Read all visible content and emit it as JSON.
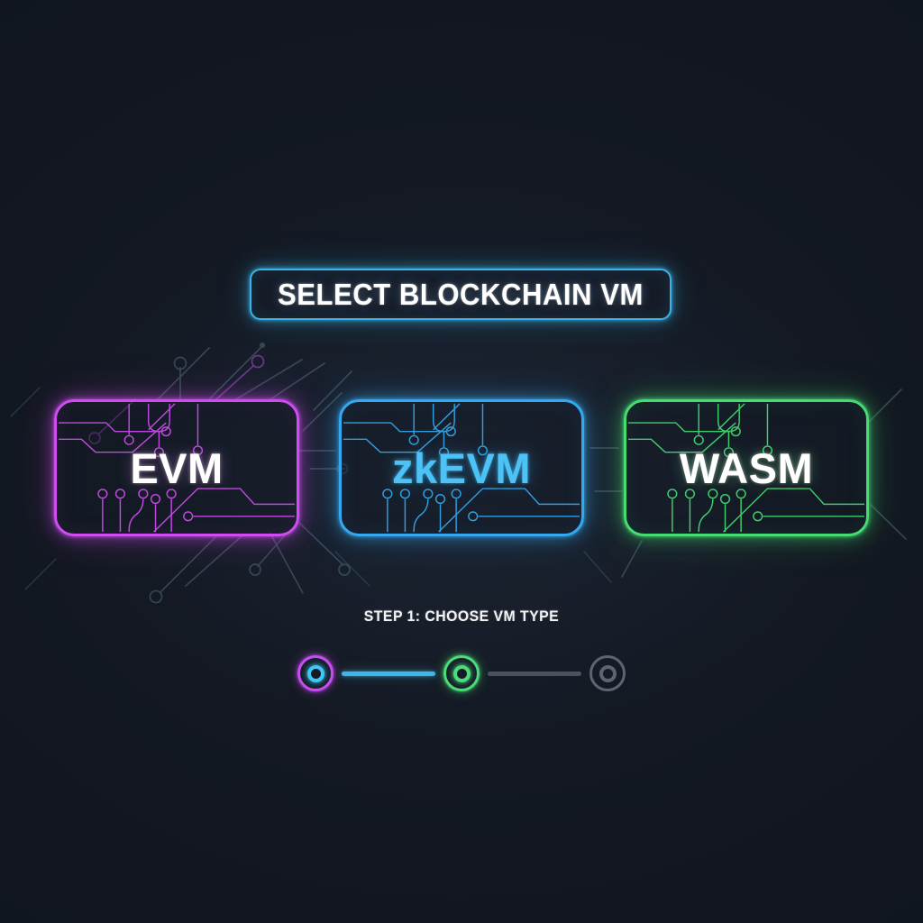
{
  "background": {
    "color": "#131822",
    "accent_cyan": "#3bb3e8"
  },
  "header": {
    "title": "SELECT BLOCKCHAIN VM",
    "border_color": "#3bb3e8"
  },
  "cards": [
    {
      "id": "evm",
      "label": "EVM",
      "border_color": "#cf4df0",
      "label_color": "#ffffff",
      "circuit_color": "#cf4df0"
    },
    {
      "id": "zkevm",
      "label": "zkEVM",
      "border_color": "#35a9ef",
      "label_color": "#4cc2f7",
      "circuit_color": "#35a9ef"
    },
    {
      "id": "wasm",
      "label": "WASM",
      "border_color": "#45dd72",
      "label_color": "#ffffff",
      "circuit_color": "#45dd72"
    }
  ],
  "footer": {
    "step_caption": "STEP 1: CHOOSE VM TYPE"
  },
  "progress": {
    "steps": [
      {
        "index": "1",
        "state": "active",
        "ring_color": "#c94df0",
        "inner_color": "#3ec8f5"
      },
      {
        "index": "2",
        "state": "active",
        "ring_color": "#4cdd7b",
        "inner_color": "#4cdd7b"
      },
      {
        "index": "3",
        "state": "inactive",
        "ring_color": "#5d6572",
        "inner_color": "#5d6572"
      }
    ],
    "connectors": [
      {
        "state": "active",
        "color": "#3fb6e8"
      },
      {
        "state": "inactive",
        "color": "#4b525d"
      }
    ]
  }
}
